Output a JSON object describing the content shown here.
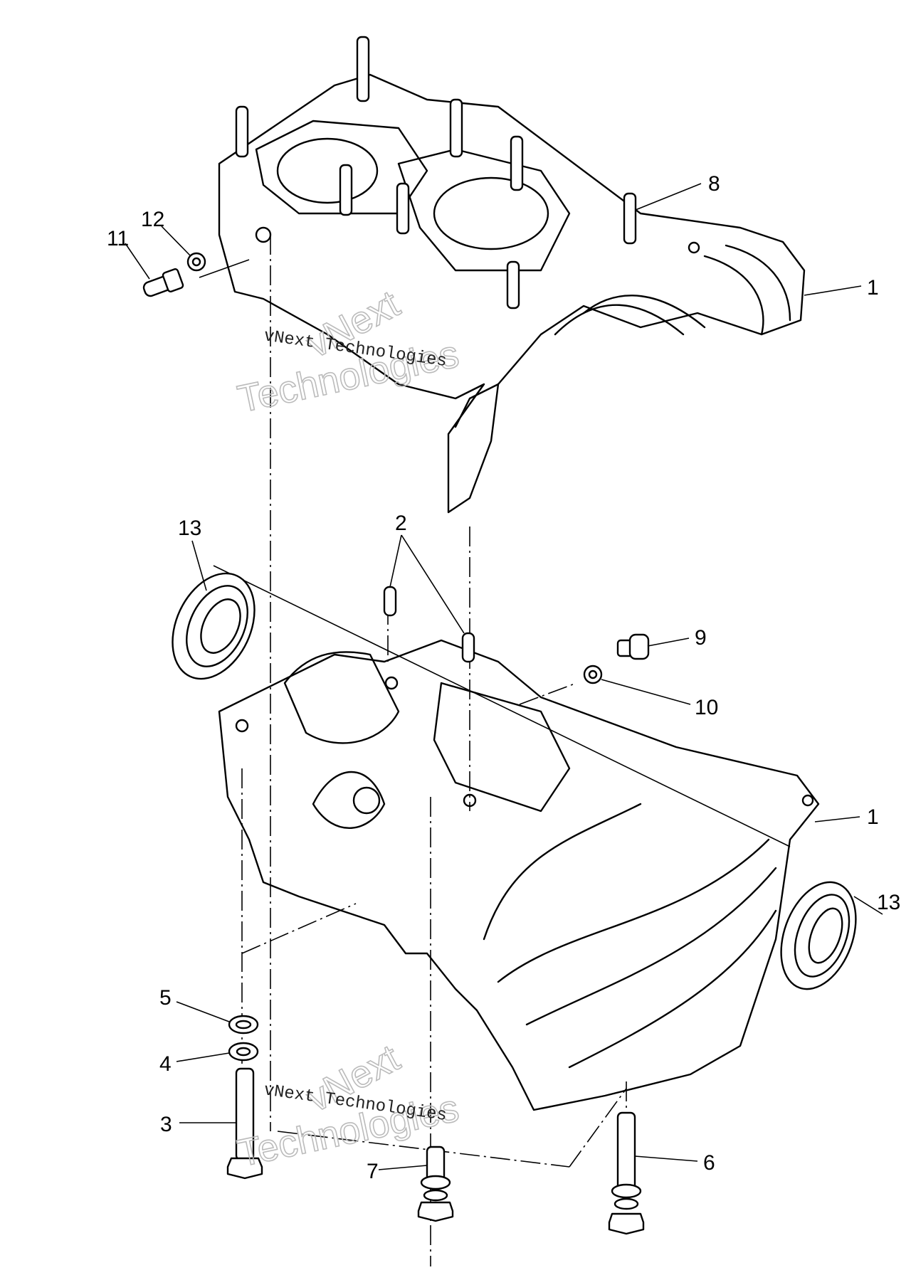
{
  "diagram": {
    "type": "exploded-parts-diagram",
    "subject": "engine crankcase assembly (upper and lower halves)",
    "callouts": [
      {
        "id": "c1a",
        "label": "1",
        "part": "upper crankcase half"
      },
      {
        "id": "c1b",
        "label": "1",
        "part": "lower crankcase half"
      },
      {
        "id": "c2",
        "label": "2",
        "part": "dowel pins"
      },
      {
        "id": "c3",
        "label": "3",
        "part": "bolt"
      },
      {
        "id": "c4",
        "label": "4",
        "part": "lock washer"
      },
      {
        "id": "c5",
        "label": "5",
        "part": "flat washer"
      },
      {
        "id": "c6",
        "label": "6",
        "part": "long bolt with washers"
      },
      {
        "id": "c7",
        "label": "7",
        "part": "short bolt with washers"
      },
      {
        "id": "c8",
        "label": "8",
        "part": "cylinder stud"
      },
      {
        "id": "c9",
        "label": "9",
        "part": "plug screw"
      },
      {
        "id": "c10",
        "label": "10",
        "part": "star washer"
      },
      {
        "id": "c11",
        "label": "11",
        "part": "fitting"
      },
      {
        "id": "c12",
        "label": "12",
        "part": "star washer"
      },
      {
        "id": "c13a",
        "label": "13",
        "part": "oil seal (left)"
      },
      {
        "id": "c13b",
        "label": "13",
        "part": "oil seal (right)"
      }
    ]
  },
  "watermarks": [
    {
      "serif_text": "vNext Technologies",
      "outline_line1": "vNext",
      "outline_line2": "Technologies"
    },
    {
      "serif_text": "vNext Technologies",
      "outline_line1": "vNext",
      "outline_line2": "Technologies"
    }
  ]
}
